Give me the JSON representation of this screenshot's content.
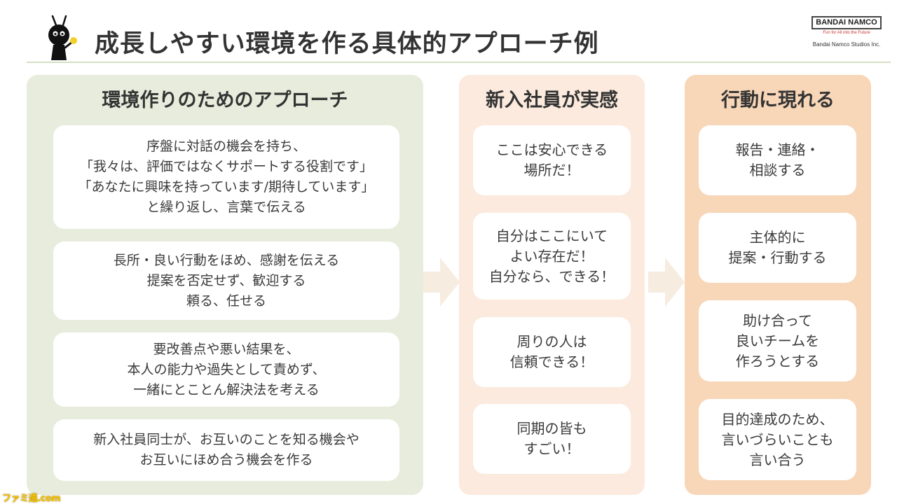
{
  "slide": {
    "title": "成長しやすい環境を作る具体的アプローチ例"
  },
  "logo": {
    "brand": "BANDAI NAMCO",
    "tagline": "Fun for All into the Future",
    "studio": "Bandai Namco Studios Inc."
  },
  "colors": {
    "left_panel": "#e7ecdc",
    "middle_panel": "#fbeadd",
    "right_panel": "#f8d6b8",
    "arrow": "#f7ece0",
    "rule": "#d6dfc3"
  },
  "left_panel": {
    "heading": "環境作りのためのアプローチ",
    "cards": [
      [
        "序盤に対話の機会を持ち、",
        "「我々は、評価ではなくサポートする役割です」",
        "「あなたに興味を持っています/期待しています」",
        "と繰り返し、言葉で伝える"
      ],
      [
        "長所・良い行動をほめ、感謝を伝える",
        "提案を否定せず、歓迎する",
        "頼る、任せる"
      ],
      [
        "要改善点や悪い結果を、",
        "本人の能力や過失として責めず、",
        "一緒にとことん解決法を考える"
      ],
      [
        "新入社員同士が、お互いのことを知る機会や",
        "お互いにほめ合う機会を作る"
      ]
    ]
  },
  "middle_panel": {
    "heading": "新入社員が実感",
    "cards": [
      [
        "ここは安心できる",
        "場所だ！"
      ],
      [
        "自分はここにいて",
        "よい存在だ！",
        "自分なら、できる！"
      ],
      [
        "周りの人は",
        "信頼できる！"
      ],
      [
        "同期の皆も",
        "すごい！"
      ]
    ]
  },
  "right_panel": {
    "heading": "行動に現れる",
    "cards": [
      [
        "報告・連絡・",
        "相談する"
      ],
      [
        "主体的に",
        "提案・行動する"
      ],
      [
        "助け合って",
        "良いチームを",
        "作ろうとする"
      ],
      [
        "目的達成のため、",
        "言いづらいことも",
        "言い合う"
      ]
    ]
  },
  "watermark": "ファミ通.com"
}
